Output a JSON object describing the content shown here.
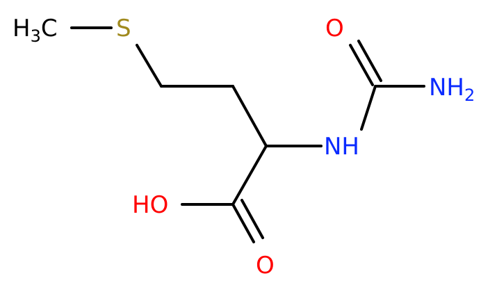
{
  "atoms": {
    "methyl": {
      "main": "H",
      "sub": "3",
      "tail": "C",
      "color": "#000000"
    },
    "sulfur": {
      "text": "S",
      "color": "#a08a1e"
    },
    "amide_oxygen": {
      "text": "O",
      "color": "#ff0000"
    },
    "amine": {
      "main": "NH",
      "sub": "2",
      "color": "#0b2bff"
    },
    "imino": {
      "text": "NH",
      "color": "#0b2bff"
    },
    "hydroxyl": {
      "text": "HO",
      "color": "#ff0000"
    },
    "acid_oxygen": {
      "text": "O",
      "color": "#ff0000"
    }
  }
}
